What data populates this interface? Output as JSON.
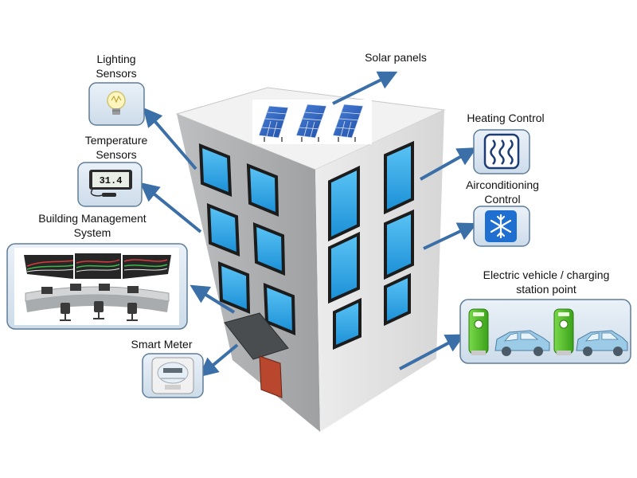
{
  "labels": {
    "lighting": [
      "Lighting",
      "Sensors"
    ],
    "temperature": [
      "Temperature",
      "Sensors"
    ],
    "bms": [
      "Building Management",
      "System"
    ],
    "smart_meter": "Smart Meter",
    "solar": "Solar panels",
    "heating": "Heating Control",
    "aircon": [
      "Airconditioning",
      "Control"
    ],
    "ev": [
      "Electric vehicle / charging",
      "station point"
    ]
  },
  "display": {
    "thermometer_reading": "31.4"
  },
  "icons": {
    "lighting": "light-bulb-icon",
    "temperature": "digital-thermometer-icon",
    "bms": "control-room-icon",
    "smart_meter": "electricity-meter-icon",
    "solar": "solar-panel-icon",
    "heating": "heat-waves-icon",
    "aircon": "snowflake-icon",
    "ev_charger": "ev-charger-icon",
    "car": "car-icon"
  },
  "colors": {
    "arrow": "#3b6fa8",
    "panel_fill": "#dce8f3",
    "panel_stroke": "#5f7d99",
    "building_front": "#a9abad",
    "building_side": "#e3e3e3",
    "building_top": "#f2f2f2",
    "window": "#27a7e8",
    "door": "#b9472d",
    "charger": "#5ec22f",
    "car": "#9ccbe8"
  }
}
